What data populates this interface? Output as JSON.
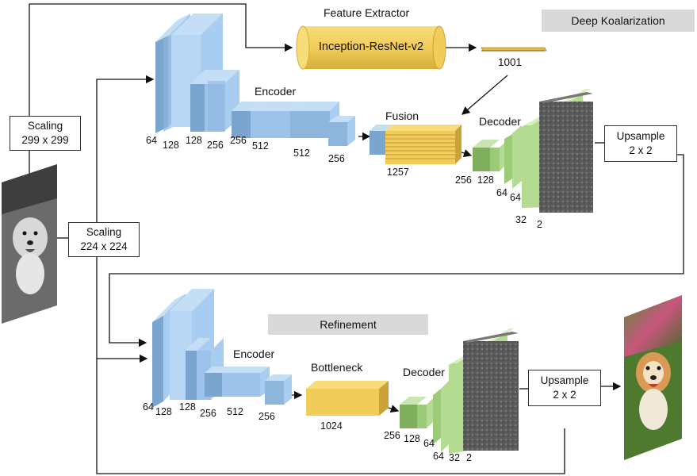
{
  "title": "Deep Koalarization",
  "section_refinement": "Refinement",
  "feature_extractor": {
    "caption": "Feature Extractor",
    "network": "Inception-ResNet-v2",
    "output_size": "1001"
  },
  "scaling_top": {
    "line1": "Scaling",
    "line2": "299 x 299"
  },
  "scaling_mid": {
    "line1": "Scaling",
    "line2": "224 x 224"
  },
  "top_branch": {
    "encoder_label": "Encoder",
    "fusion_label": "Fusion",
    "decoder_label": "Decoder",
    "upsample": {
      "line1": "Upsample",
      "line2": "2 x 2"
    },
    "encoder_dims": [
      "64",
      "128",
      "128",
      "256",
      "256",
      "512",
      "512",
      "256"
    ],
    "fusion_dim": "1257",
    "decoder_dims": [
      "256",
      "128",
      "64",
      "64",
      "32",
      "2"
    ]
  },
  "bottom_branch": {
    "encoder_label": "Encoder",
    "bottleneck_label": "Bottleneck",
    "decoder_label": "Decoder",
    "upsample": {
      "line1": "Upsample",
      "line2": "2 x 2"
    },
    "encoder_dims": [
      "64",
      "128",
      "128",
      "256",
      "512",
      "256"
    ],
    "bottleneck_dim": "1024",
    "decoder_dims": [
      "256",
      "128",
      "64",
      "64",
      "32",
      "2"
    ]
  },
  "colors": {
    "encoder_blue": "#a9cdf0",
    "encoder_blue_dark": "#7aa5cf",
    "fusion_yellow": "#f2cc58",
    "fusion_yellow_dark": "#c9a33a",
    "decoder_green": "#b3dc92",
    "decoder_green_dark": "#7fae5c",
    "tag_gray": "#d9d9d9"
  },
  "icons": [
    "grayscale-dog-photo",
    "color-dog-photo",
    "gray-output-image"
  ]
}
